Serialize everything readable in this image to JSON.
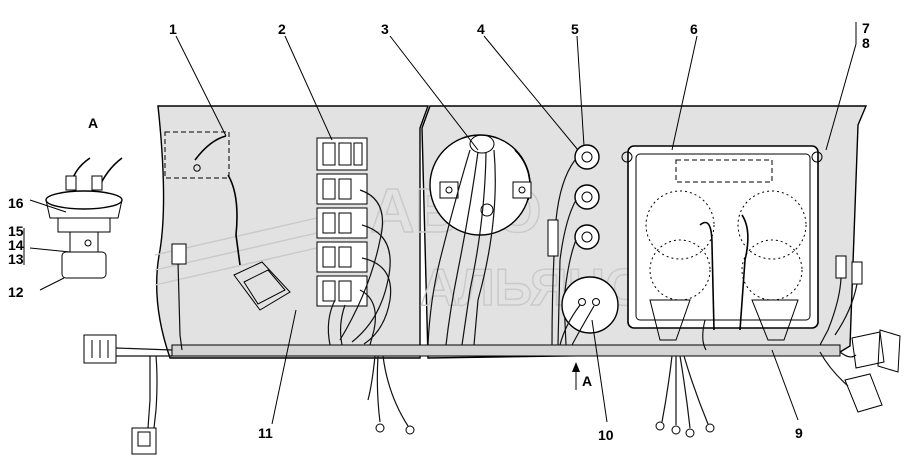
{
  "callouts": {
    "c1": "1",
    "c2": "2",
    "c3": "3",
    "c4": "4",
    "c5": "5",
    "c6": "6",
    "c7": "7",
    "c8": "8",
    "c9": "9",
    "c10": "10",
    "c11": "11",
    "c12": "12",
    "c13": "13",
    "c14": "14",
    "c15": "15",
    "c16": "16"
  },
  "view_label": "А",
  "view_arrow_label": "А",
  "watermark": {
    "line1": "АВТО",
    "line2": "АЛЬЯНС"
  },
  "colors": {
    "panel_fill": "#e2e2e2",
    "ink": "#000000",
    "watermark": "#c9c9c9"
  }
}
